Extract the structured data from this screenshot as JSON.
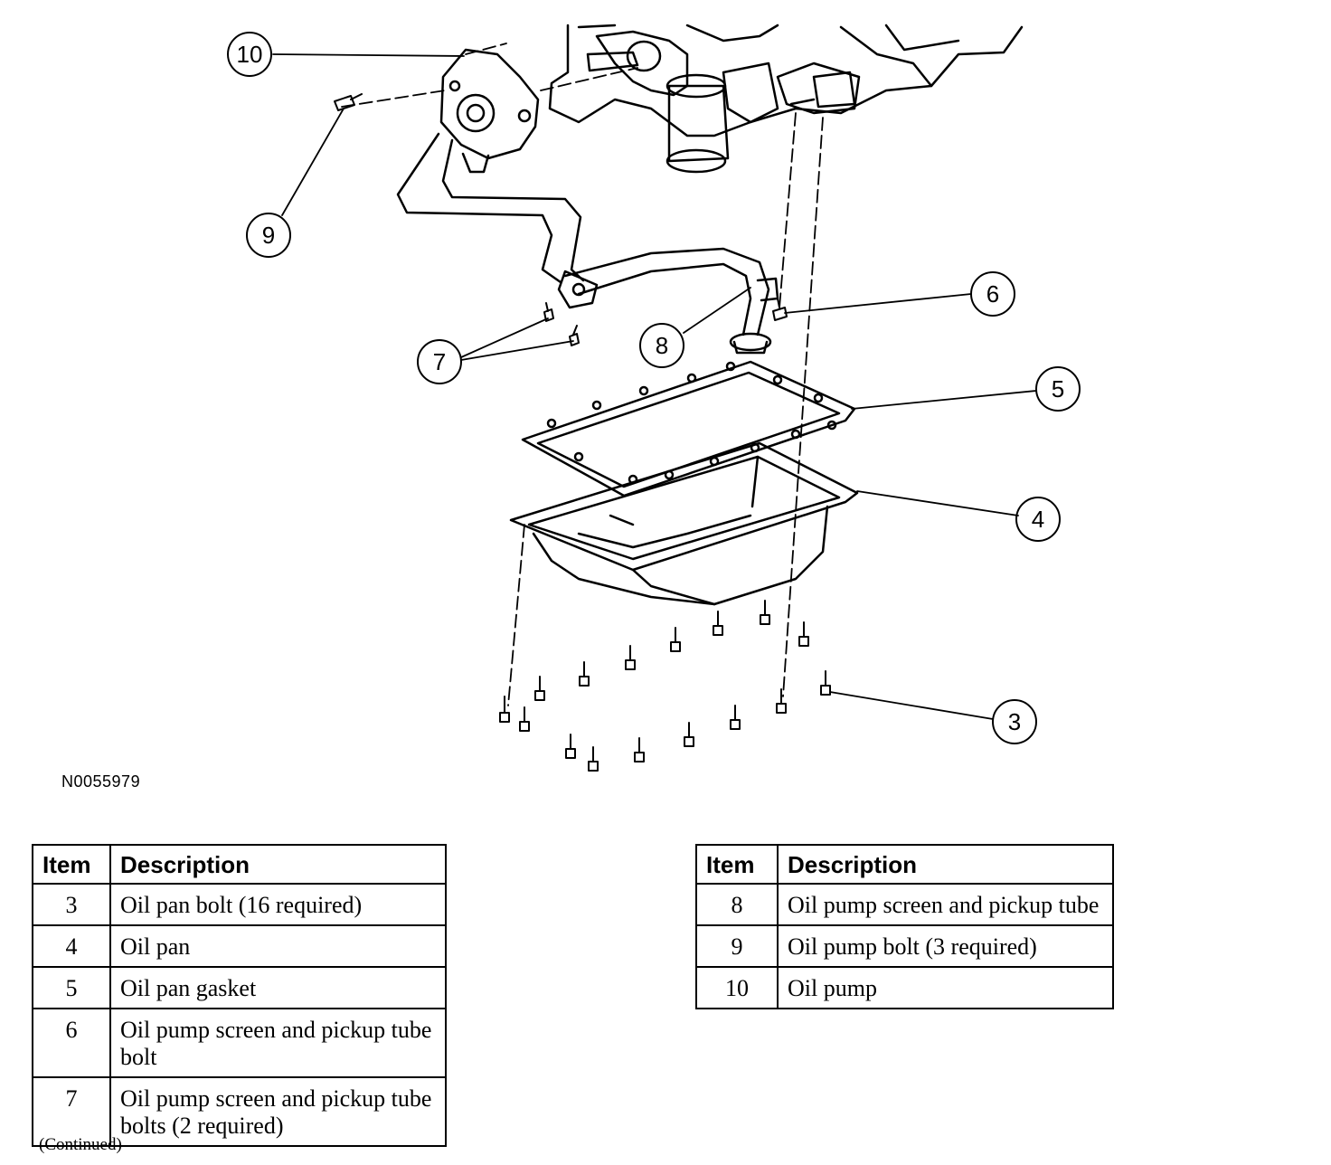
{
  "figure_id": "N0055979",
  "callouts": [
    "10",
    "9",
    "6",
    "8",
    "7",
    "5",
    "4",
    "3"
  ],
  "table_left": {
    "headers": [
      "Item",
      "Description"
    ],
    "rows": [
      {
        "item": "3",
        "description": "Oil pan bolt (16 required)"
      },
      {
        "item": "4",
        "description": "Oil pan"
      },
      {
        "item": "5",
        "description": "Oil pan gasket"
      },
      {
        "item": "6",
        "description": "Oil pump screen and pickup tube bolt"
      },
      {
        "item": "7",
        "description": "Oil pump screen and pickup tube bolts (2 required)"
      }
    ]
  },
  "table_right": {
    "headers": [
      "Item",
      "Description"
    ],
    "rows": [
      {
        "item": "8",
        "description": "Oil pump screen and pickup tube"
      },
      {
        "item": "9",
        "description": "Oil pump bolt (3 required)"
      },
      {
        "item": "10",
        "description": "Oil pump"
      }
    ]
  },
  "continued_note": "(Continued)"
}
